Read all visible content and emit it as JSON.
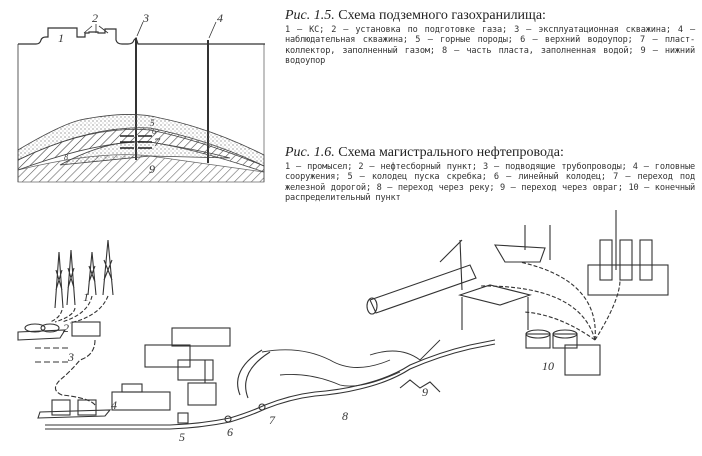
{
  "figure_1_5": {
    "number": "Рис. 1.5.",
    "title": "Схема подземного газохранилища:",
    "legend": "1 — КС; 2 — установка по подготовке газа; 3 — эксплуатационная скважина; 4 — наблюдательная скважина; 5 — горные породы; 6 — верхний водоупор; 7 — пласт-коллектор, заполненный газом; 8 — часть пласта, заполненная водой; 9 — нижний водоупор",
    "labels": [
      "1",
      "2",
      "3",
      "4",
      "5",
      "6",
      "7",
      "8",
      "9"
    ]
  },
  "figure_1_6": {
    "number": "Рис. 1.6.",
    "title": "Схема магистрального нефтепровода:",
    "legend": "1 — промысел; 2 — нефтесборный пункт; 3 — подводящие трубопроводы; 4 — головные сооружения; 5 — колодец пуска скребка; 6 — линейный колодец; 7 — переход под железной дорогой; 8 — переход через реку; 9 — переход через овраг; 10 — конечный распределительный пункт",
    "labels": [
      "1",
      "2",
      "3",
      "4",
      "5",
      "6",
      "7",
      "8",
      "9",
      "10"
    ]
  }
}
